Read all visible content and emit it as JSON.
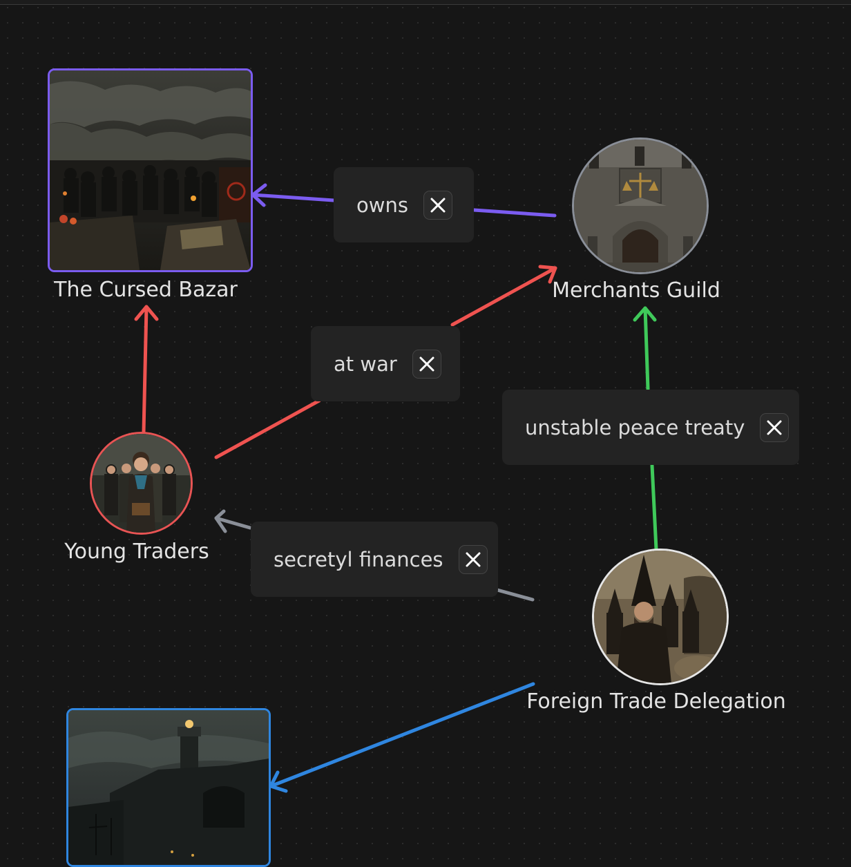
{
  "nodes": {
    "cursed_bazar": {
      "label": "The Cursed Bazar",
      "border": "#7b5cf0"
    },
    "merchants_guild": {
      "label": "Merchants Guild",
      "border": "#8a8f98"
    },
    "young_traders": {
      "label": "Young Traders",
      "border": "#e85454"
    },
    "foreign_delegation": {
      "label": "Foreign Trade Delegation",
      "border": "#e6e6e6"
    },
    "harbor": {
      "label": "",
      "border": "#2f86e0"
    }
  },
  "edges": {
    "owns": {
      "label": "owns",
      "color": "#7b5cf0",
      "close_icon": "close-icon"
    },
    "at_war": {
      "label": "at war",
      "color": "#ef5350",
      "close_icon": "close-icon"
    },
    "peace": {
      "label": "unstable peace treaty",
      "color": "#3fc95a",
      "close_icon": "close-icon"
    },
    "finances": {
      "label": "secretyl finances",
      "color": "#8a8f98",
      "close_icon": "close-icon"
    },
    "bazar_link": {
      "color": "#ef5350"
    },
    "harbor_link": {
      "color": "#2f86e0"
    }
  }
}
